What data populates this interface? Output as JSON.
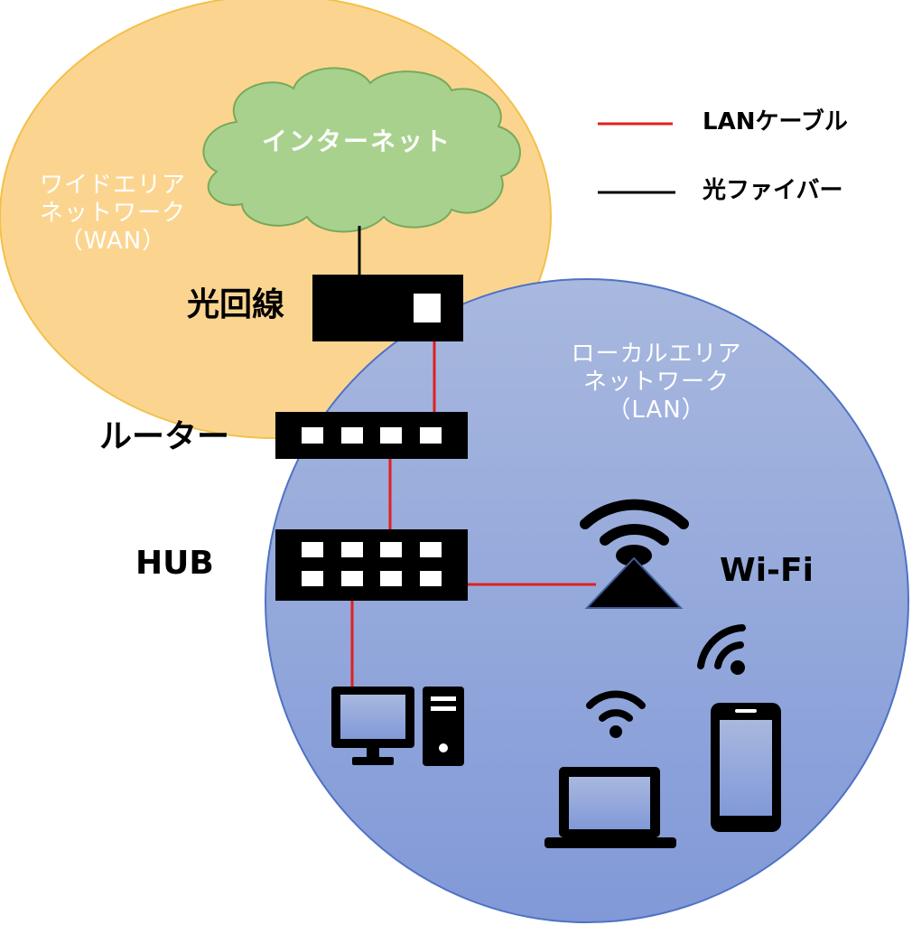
{
  "colors": {
    "wan_fill": "#fbd590",
    "wan_stroke": "#f2c14a",
    "lan_fill_top": "#a8b8de",
    "lan_fill_bottom": "#8199d8",
    "lan_stroke": "#4f72c4",
    "cloud_fill": "#a9d18e",
    "cloud_stroke": "#78a95a",
    "lan_cable": "#e02020",
    "fiber": "#000000"
  },
  "cloud": {
    "label": "インターネット"
  },
  "wan": {
    "line1": "ワイドエリア",
    "line2": "ネットワーク",
    "line3": "（WAN）"
  },
  "lan": {
    "line1": "ローカルエリア",
    "line2": "ネットワーク",
    "line3": "（LAN）"
  },
  "devices": {
    "onu_label": "光回線",
    "router_label": "ルーター",
    "hub_label": "HUB",
    "wifi_label": "Wi-Fi"
  },
  "legend": {
    "lan_cable_label": "LANケーブル",
    "fiber_label": "光ファイバー"
  }
}
